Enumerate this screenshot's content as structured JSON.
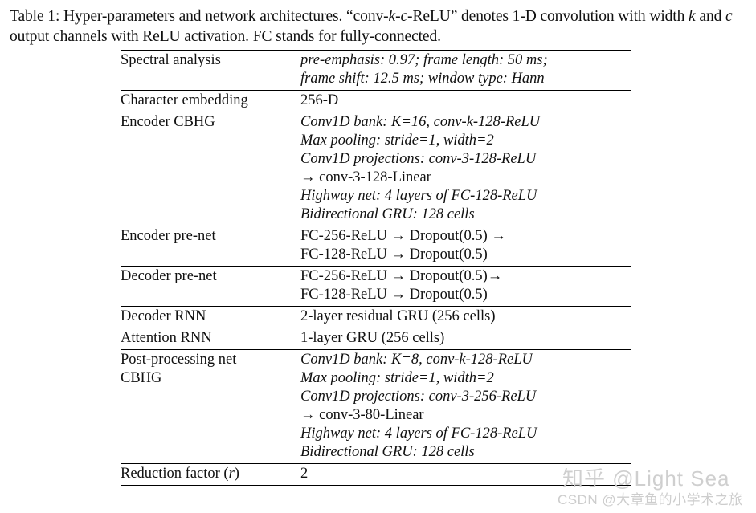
{
  "document": {
    "caption": {
      "label": "Table 1:",
      "text_1": " Hyper-parameters and network architectures. “conv-",
      "it_k": "k",
      "text_2": "-",
      "it_c": "c",
      "text_3": "-ReLU” denotes 1-D convolution with width ",
      "it_k2": "k",
      "text_4": " and ",
      "it_c2": "c",
      "text_5": " output channels with ReLU activation. FC stands for fully-connected."
    }
  },
  "table": {
    "rows": [
      {
        "label": "Spectral analysis",
        "value_lines": [
          "pre-emphasis: 0.97; frame length: 50 ms;",
          "frame shift: 12.5 ms; window type: Hann"
        ]
      },
      {
        "label": "Character embedding",
        "value_lines": [
          "256-D"
        ]
      },
      {
        "label": "Encoder CBHG",
        "value_lines": [
          "Conv1D bank:  K=16, conv-k-128-ReLU",
          "Max pooling: stride=1, width=2",
          "Conv1D projections: conv-3-128-ReLU",
          "→ conv-3-128-Linear",
          "Highway net: 4 layers of FC-128-ReLU",
          "Bidirectional GRU: 128 cells"
        ]
      },
      {
        "label": "Encoder pre-net",
        "value_lines": [
          "FC-256-ReLU → Dropout(0.5) →",
          "FC-128-ReLU → Dropout(0.5)"
        ]
      },
      {
        "label": "Decoder pre-net",
        "value_lines": [
          "FC-256-ReLU → Dropout(0.5)→",
          "FC-128-ReLU → Dropout(0.5)"
        ]
      },
      {
        "label": "Decoder RNN",
        "value_lines": [
          "2-layer residual GRU (256 cells)"
        ]
      },
      {
        "label": "Attention RNN",
        "value_lines": [
          "1-layer GRU (256 cells)"
        ]
      },
      {
        "label": "Post-processing net\nCBHG",
        "label_line_1": "Post-processing net",
        "label_line_2": "CBHG",
        "value_lines": [
          "Conv1D bank:  K=8, conv-k-128-ReLU",
          "Max pooling: stride=1, width=2",
          "Conv1D projections: conv-3-256-ReLU",
          "→ conv-3-80-Linear",
          "Highway net: 4 layers of FC-128-ReLU",
          "Bidirectional GRU: 128 cells"
        ]
      },
      {
        "label": "Reduction factor (r)",
        "label_plain": "Reduction factor (",
        "label_italic": "r",
        "label_close": ")",
        "value_lines": [
          "2"
        ]
      }
    ]
  },
  "watermarks": {
    "zhihu": "知乎 @Light Sea",
    "csdn": "CSDN @大章鱼的小学术之旅"
  },
  "colors": {
    "page_background": "#ffffff",
    "text": "#111111",
    "rule": "#000000",
    "watermark": "#cccccc"
  }
}
